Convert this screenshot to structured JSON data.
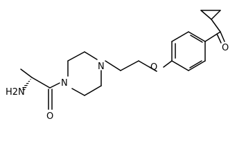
{
  "atoms": {
    "nh2": "H2N",
    "n_left": "N",
    "n_right": "N",
    "o_ether": "O",
    "o_amide": "O",
    "o_ketone": "O"
  },
  "colors": {
    "bond": "#000000",
    "text": "#000000",
    "background": "#ffffff"
  }
}
